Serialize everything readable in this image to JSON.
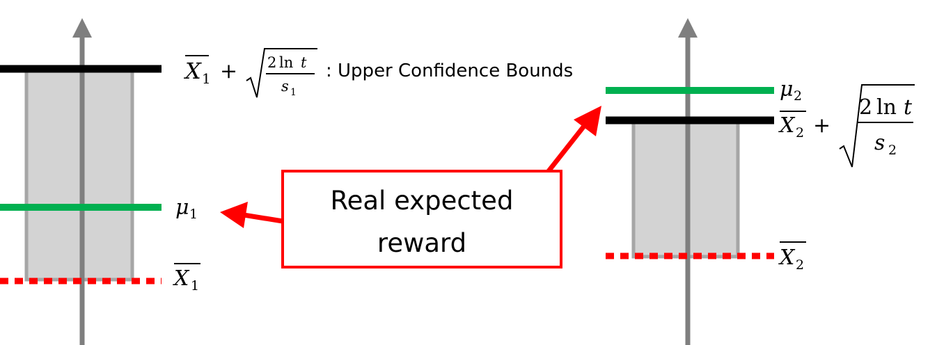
{
  "labels": {
    "arm1_ucb_var": "X",
    "arm1_ucb_sub": "1",
    "arm1_ucb_plus": "+",
    "arm1_ucb_num_coef": "2",
    "arm1_ucb_num_ln": "ln",
    "arm1_ucb_num_var": "t",
    "arm1_ucb_den_var": "s",
    "arm1_ucb_den_sub": "1",
    "ucb_caption": ": Upper Confidence Bounds",
    "arm1_mu_var": "μ",
    "arm1_mu_sub": "1",
    "arm1_mean_var": "X",
    "arm1_mean_sub": "1",
    "arm2_mu_var": "μ",
    "arm2_mu_sub": "2",
    "arm2_ucb_var": "X",
    "arm2_ucb_sub": "2",
    "arm2_ucb_plus": "+",
    "arm2_ucb_num_coef": "2",
    "arm2_ucb_num_ln": "ln",
    "arm2_ucb_num_var": "t",
    "arm2_ucb_den_var": "s",
    "arm2_ucb_den_sub": "2",
    "arm2_mean_var": "X",
    "arm2_mean_sub": "2"
  },
  "callout": {
    "line1": "Real expected",
    "line2": "reward"
  },
  "colors": {
    "axis": "#7f7f7f",
    "bar_fill": "#d3d3d3",
    "bar_border": "#a6a6a6",
    "ucb_line": "#000000",
    "mu_line": "#00b050",
    "mean_line": "#ff0000",
    "callout_border": "#ff0000",
    "arrow": "#ff0000"
  }
}
